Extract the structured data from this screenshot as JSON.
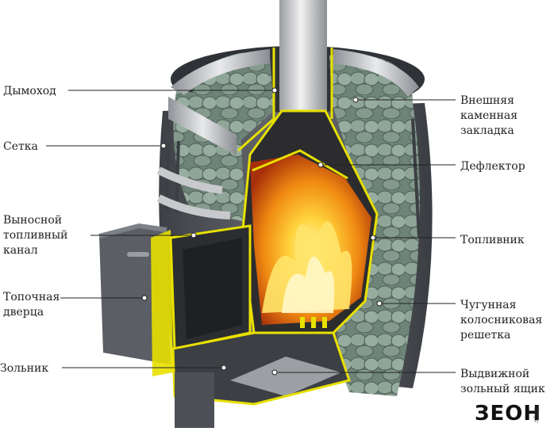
{
  "labels": {
    "chimney": "Дымоход",
    "grid": "Сетка",
    "channel": "Выносной\nтопливный\nканал",
    "door": "Топочная\nдверца",
    "ash": "Зольник",
    "stones": "Внешняя\nкаменная\nзакладка",
    "deflector": "Дефлектор",
    "firebox": "Топливник",
    "grate": "Чугунная\nколосниковая\nрешетка",
    "drawer": "Выдвижной\nзольный ящик"
  },
  "logo": {
    "text": "ЗЕОН",
    "sub": ".shop"
  },
  "colors": {
    "metal_dark": "#4a4d52",
    "metal_mid": "#6d7076",
    "cut_edge": "#e8e000",
    "stone": "#7f958a",
    "fire_core": "#ffd23a",
    "fire_outer": "#e0520c",
    "leader_line": "#222222"
  }
}
